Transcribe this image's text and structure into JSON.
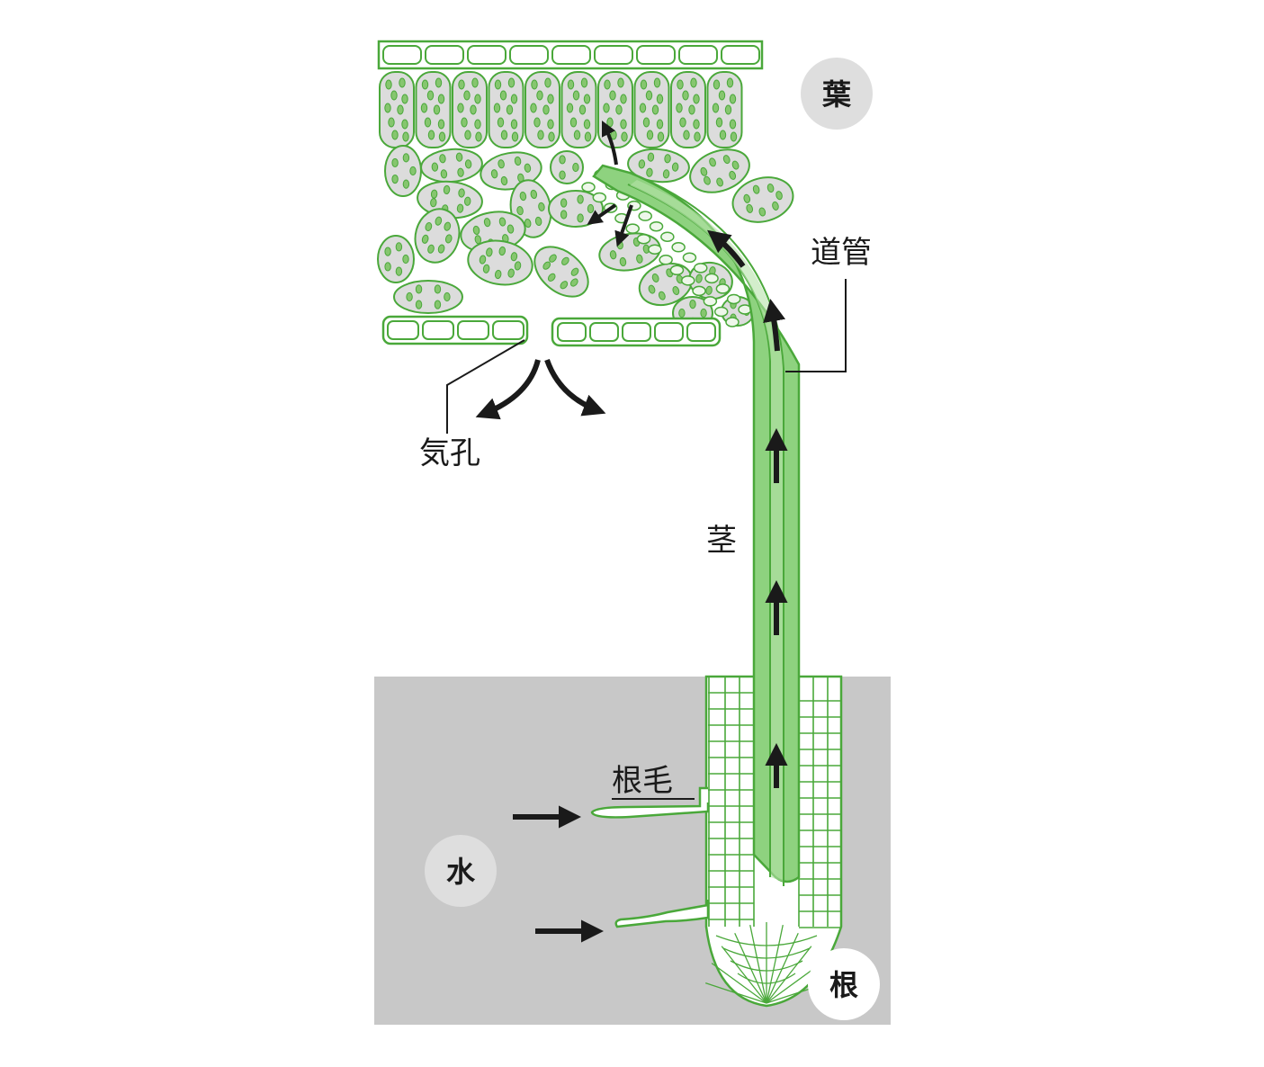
{
  "labels": {
    "leaf": "葉",
    "vessel": "道管",
    "stoma": "気孔",
    "stem": "茎",
    "root_hair": "根毛",
    "water": "水",
    "root": "根"
  },
  "colors": {
    "cell_fill": "#dcdcdc",
    "cell_stroke": "#4aa83a",
    "chloroplast_fill": "#86c66f",
    "vessel_fill": "#8ed27f",
    "vessel_light": "#b6e3a8",
    "soil": "#c8c8c8",
    "badge": "#dedede",
    "arrow": "#1a1a1a"
  }
}
